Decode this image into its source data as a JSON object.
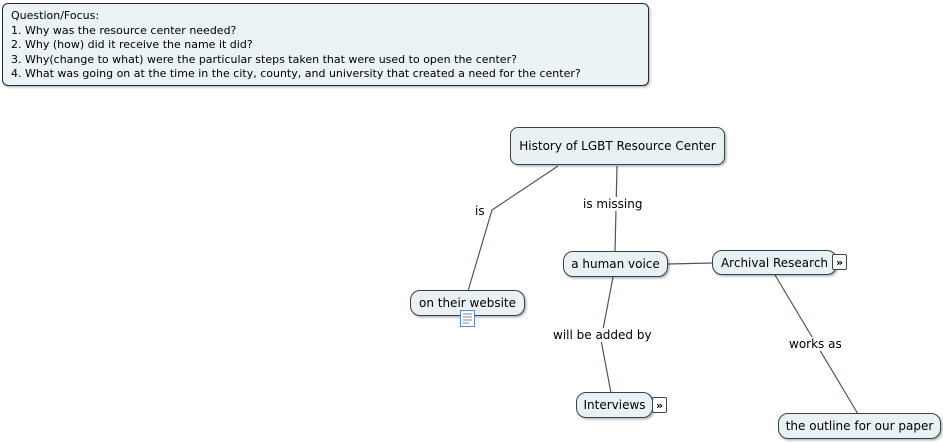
{
  "question_box": {
    "title": "Question/Focus:",
    "items": [
      "1. Why was the resource center needed?",
      "2. Why (how) did it receive the name it did?",
      "3. Why(change to what) were the particular steps taken that were used to open the center?",
      "4. What was going on at the time in the city, county, and university that created a need for the center?"
    ]
  },
  "nodes": {
    "history": {
      "label": "History of LGBT Resource Center"
    },
    "human_voice": {
      "label": "a human voice"
    },
    "archival_research": {
      "label": "Archival Research"
    },
    "website": {
      "label": "on their website"
    },
    "interviews": {
      "label": "Interviews"
    },
    "outline": {
      "label": "the outline for our paper"
    }
  },
  "edges": {
    "is": {
      "label": "is"
    },
    "is_missing": {
      "label": "is missing"
    },
    "will_be_added_by": {
      "label": "will be added by"
    },
    "works_as": {
      "label": "works as"
    }
  },
  "icons": {
    "resource_chevrons": "»"
  },
  "colors": {
    "node_fill": "#e9f1f5",
    "node_border": "#36434c",
    "edge_line": "#4d565c",
    "background": "#ffffff"
  }
}
